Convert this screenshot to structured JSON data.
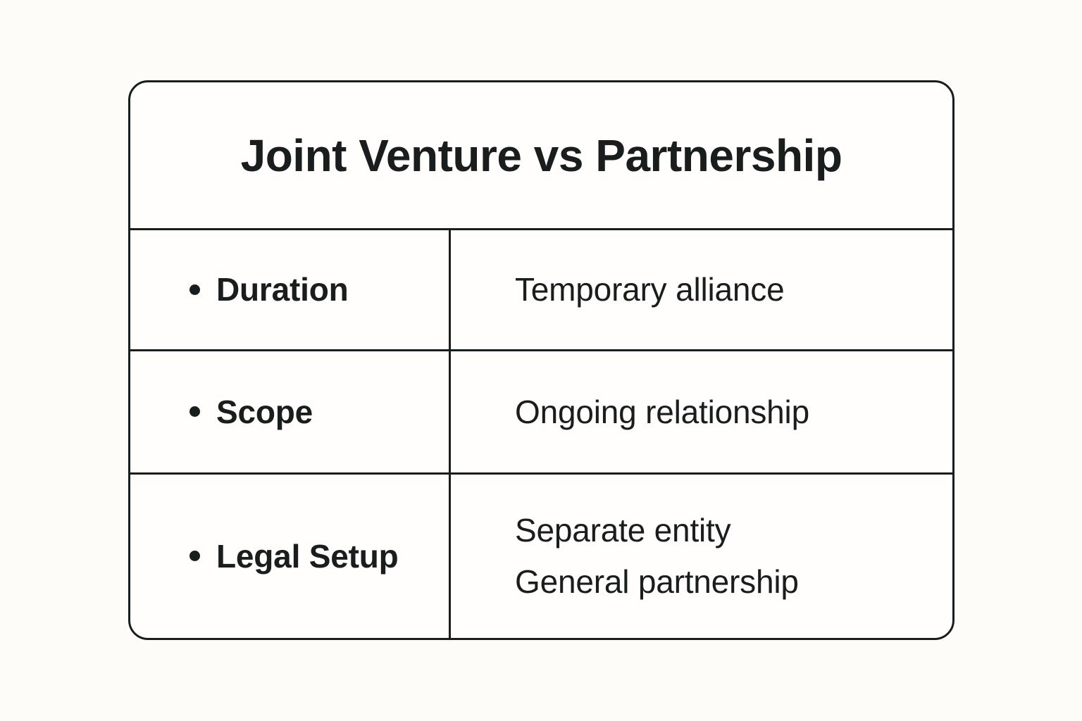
{
  "canvas": {
    "background_color": "#FDFCF8",
    "text_color": "#1A1D1E"
  },
  "card": {
    "background_color": "#FFFEFC",
    "border_color": "#1A1D1E",
    "title": "Joint Venture vs Partnership"
  },
  "table": {
    "bullet_glyph": "•",
    "rows": [
      {
        "label": "Duration",
        "values": [
          "Temporary alliance"
        ]
      },
      {
        "label": "Scope",
        "values": [
          "Ongoing relationship"
        ]
      },
      {
        "label": "Legal Setup",
        "values": [
          "Separate entity",
          "General partnership"
        ]
      }
    ]
  }
}
